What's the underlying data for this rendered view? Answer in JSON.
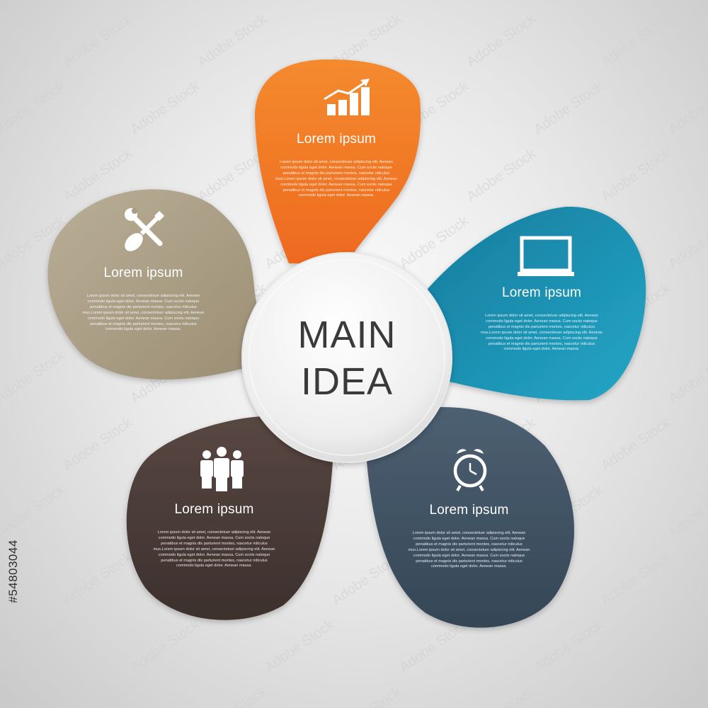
{
  "center": {
    "line1": "MAIN",
    "line2": "IDEA"
  },
  "body_lines": [
    "Lorem ipsum dolor sit amet, consectetuer adipiscing elit. Aenean",
    "commodo ligula eget dolor. Aenean massa. Cum sociis natoque",
    "penatibus et magnis dis parturient montes, nascetur ridiculus",
    "mus.Lorem ipsum dolor sit amet, consectetuer adipiscing elit. Aenean",
    "commodo ligula eget dolor. Aenean massa. Cum sociis natoque",
    "penatibus et magnis dis parturient montes, nascetur ridiculus",
    "commodo ligula eget dolor. Aenean massa."
  ],
  "petals": [
    {
      "id": "top",
      "title": "Lorem ipsum",
      "icon": "growth-chart-icon",
      "color": "#f47e2c"
    },
    {
      "id": "right",
      "title": "Lorem ipsum",
      "icon": "laptop-icon",
      "color": "#1f98b7"
    },
    {
      "id": "bottom-right",
      "title": "Lorem ipsum",
      "icon": "alarm-clock-icon",
      "color": "#3e5264"
    },
    {
      "id": "bottom-left",
      "title": "Lorem ipsum",
      "icon": "team-icon",
      "color": "#4a3b37"
    },
    {
      "id": "left",
      "title": "Lorem ipsum",
      "icon": "tools-icon",
      "color": "#a99c83"
    }
  ],
  "watermark": {
    "id_text": "#54803044",
    "brand": "Adobe Stock"
  }
}
